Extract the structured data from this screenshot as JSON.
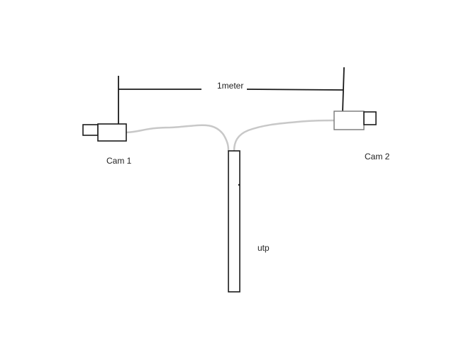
{
  "diagram": {
    "distance_label": "1meter",
    "cam1_label": "Cam 1",
    "cam2_label": "Cam 2",
    "cable_label": "utp",
    "colors": {
      "stroke": "#1a1a1a",
      "cable": "#c8c8c8",
      "cam2_stroke": "#777777"
    }
  }
}
